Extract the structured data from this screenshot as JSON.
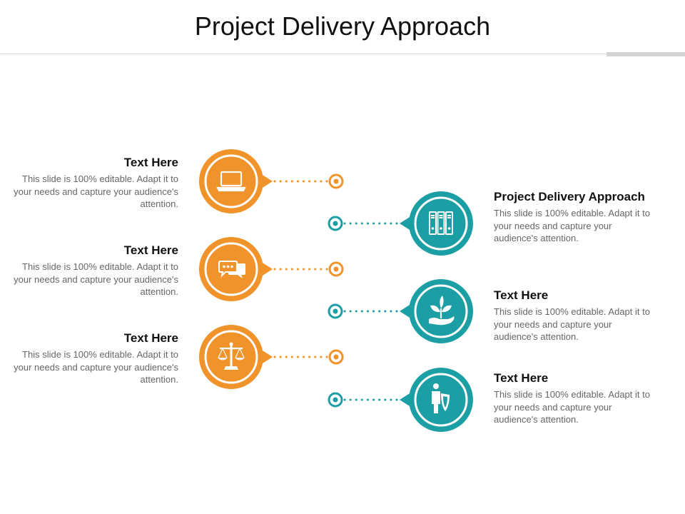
{
  "title": "Project Delivery Approach",
  "colors": {
    "orange": "#F0932B",
    "teal": "#1C9FA4",
    "heading": "#111111",
    "body_text": "#666666"
  },
  "left_items": [
    {
      "heading": "Text Here",
      "body": "This slide is 100% editable. Adapt it to your needs and capture your audience's attention.",
      "icon": "laptop-icon"
    },
    {
      "heading": "Text Here",
      "body": "This slide is 100% editable. Adapt it to your needs and capture your audience's attention.",
      "icon": "chat-bubbles-icon"
    },
    {
      "heading": "Text Here",
      "body": "This slide is 100% editable. Adapt it to your needs and capture your audience's attention.",
      "icon": "justice-scale-icon"
    }
  ],
  "right_items": [
    {
      "heading": "Project Delivery Approach",
      "body": "This slide is 100% editable. Adapt it to your needs and capture your audience's attention.",
      "icon": "binders-icon"
    },
    {
      "heading": "Text Here",
      "body": "This slide is 100% editable. Adapt it to your needs and capture your audience's attention.",
      "icon": "plant-in-hand-icon"
    },
    {
      "heading": "Text Here",
      "body": "This slide is 100% editable. Adapt it to your needs and capture your audience's attention.",
      "icon": "person-shield-icon"
    }
  ]
}
